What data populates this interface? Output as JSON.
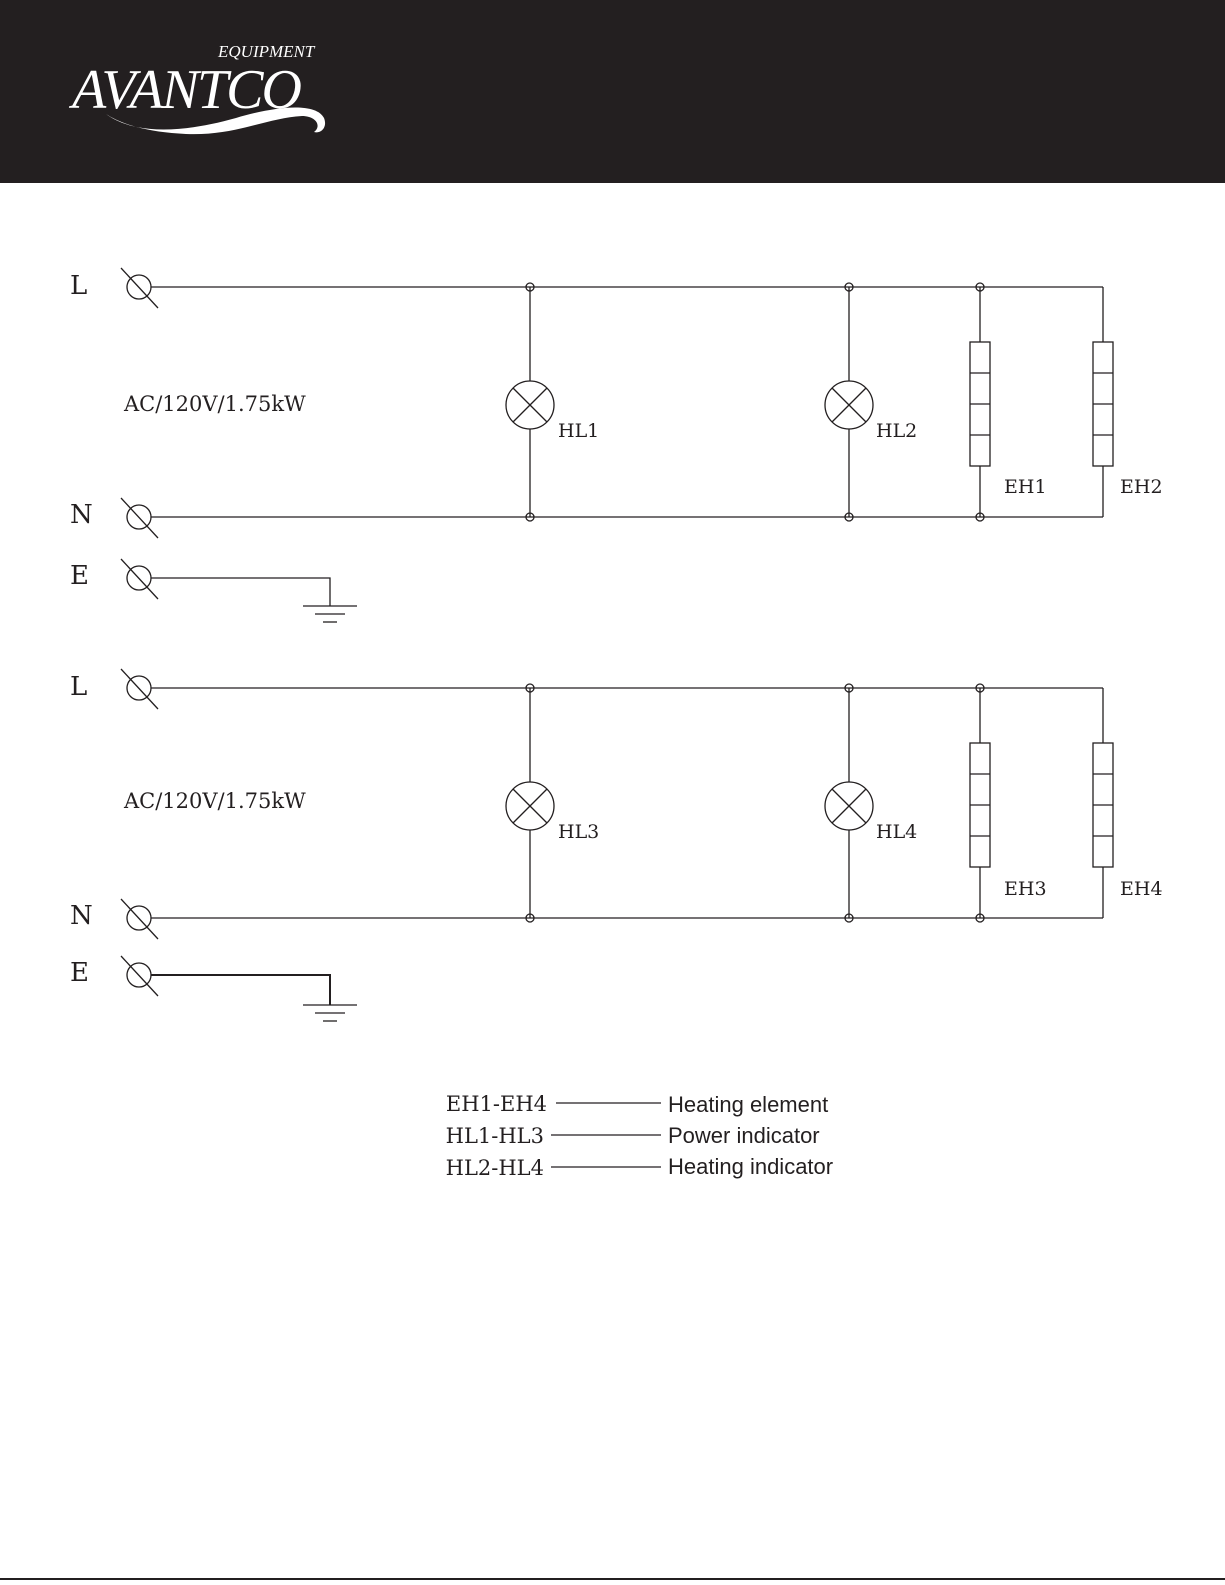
{
  "header": {
    "logo_sub": "EQUIPMENT",
    "logo_main": "AVANTCO",
    "bg_color": "#231f20"
  },
  "circuits": [
    {
      "terminals": {
        "L": "L",
        "N": "N",
        "E": "E"
      },
      "spec": "AC/120V/1.75kW",
      "lamps": [
        "HL1",
        "HL2"
      ],
      "heaters": [
        "EH1",
        "EH2"
      ]
    },
    {
      "terminals": {
        "L": "L",
        "N": "N",
        "E": "E"
      },
      "spec": "AC/120V/1.75kW",
      "lamps": [
        "HL3",
        "HL4"
      ],
      "heaters": [
        "EH3",
        "EH4"
      ]
    }
  ],
  "legend": [
    {
      "code": "EH1-EH4",
      "desc": "Heating element"
    },
    {
      "code": "HL1-HL3",
      "desc": "Power indicator"
    },
    {
      "code": "HL2-HL4",
      "desc": "Heating indicator"
    }
  ]
}
